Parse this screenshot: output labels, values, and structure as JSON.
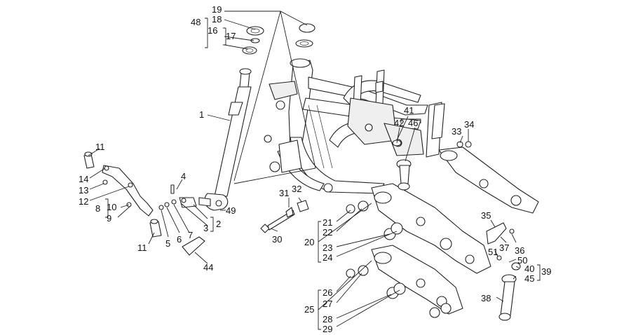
{
  "callouts": {
    "n1": "1",
    "n2": "2",
    "n3": "3",
    "n4": "4",
    "n5": "5",
    "n6": "6",
    "n7": "7",
    "n8": "8",
    "n9": "9",
    "n10": "10",
    "n11a": "11",
    "n11b": "11",
    "n12": "12",
    "n13": "13",
    "n14": "14",
    "n16": "16",
    "n17": "17",
    "n18": "18",
    "n19": "19",
    "n20": "20",
    "n21": "21",
    "n22": "22",
    "n23": "23",
    "n24": "24",
    "n25": "25",
    "n26": "26",
    "n27": "27",
    "n28": "28",
    "n29": "29",
    "n30": "30",
    "n31": "31",
    "n32": "32",
    "n33": "33",
    "n34": "34",
    "n35": "35",
    "n36": "36",
    "n37": "37",
    "n38": "38",
    "n39": "39",
    "n40": "40",
    "n41": "41",
    "n42": "42",
    "n44": "44",
    "n45": "45",
    "n46": "46",
    "n48": "48",
    "n49": "49",
    "n50": "50",
    "n51": "51"
  }
}
